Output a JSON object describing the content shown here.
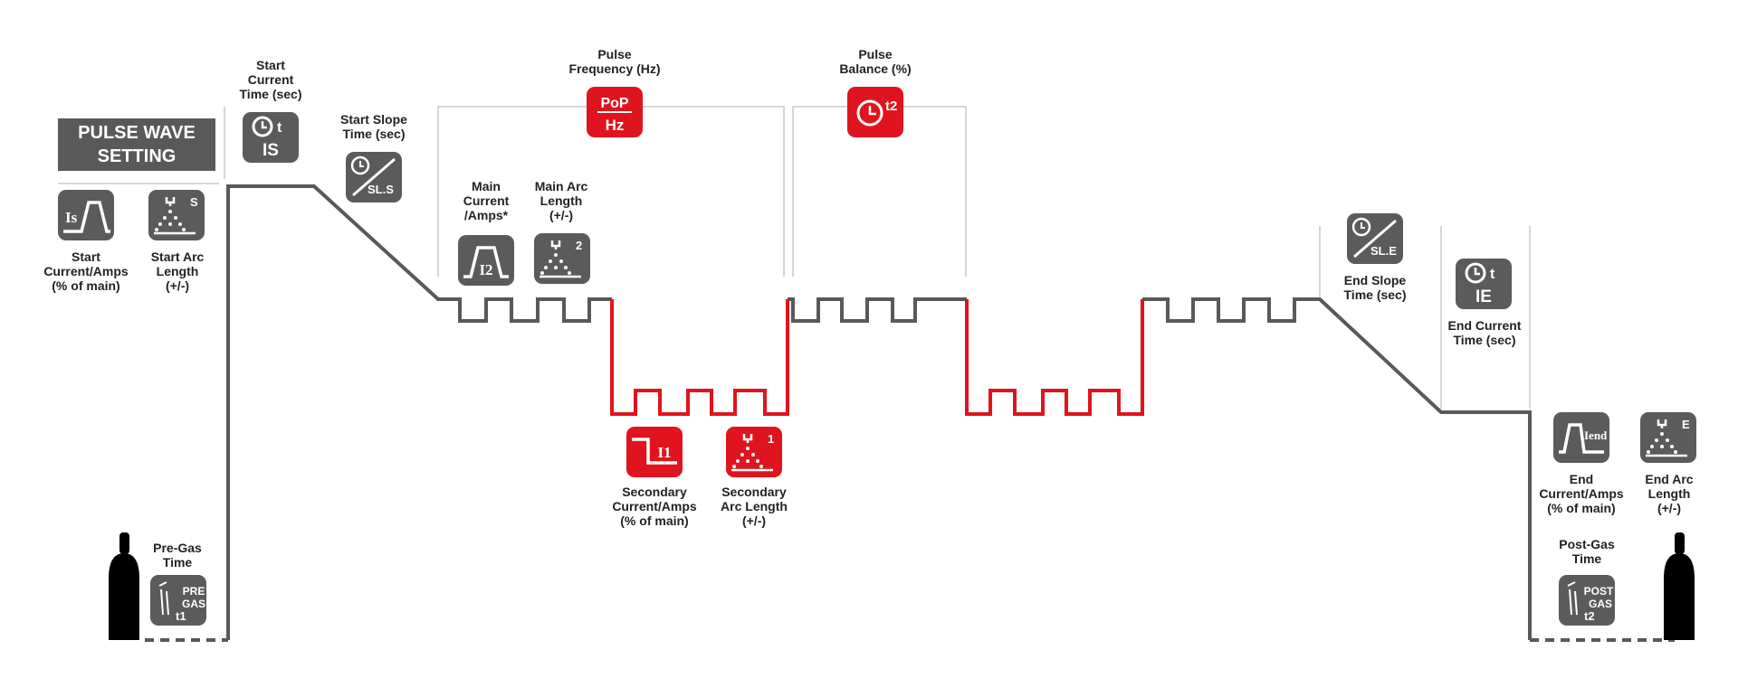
{
  "title": [
    "PULSE WAVE",
    "SETTING"
  ],
  "colors": {
    "dark": "#595959",
    "red": "#e0141e",
    "line": "#c8c8c8"
  },
  "labels": {
    "start_current": [
      "Start",
      "Current/Amps",
      "(% of main)"
    ],
    "start_arc": [
      "Start Arc",
      "Length",
      "(+/-)"
    ],
    "start_current_time": [
      "Start",
      "Current",
      "Time (sec)"
    ],
    "start_slope": [
      "Start Slope",
      "Time (sec)"
    ],
    "pulse_frequency": [
      "Pulse",
      "Frequency (Hz)"
    ],
    "pulse_balance": [
      "Pulse",
      "Balance (%)"
    ],
    "main_current": [
      "Main",
      "Current",
      "/Amps*"
    ],
    "main_arc": [
      "Main Arc",
      "Length",
      "(+/-)"
    ],
    "secondary_current": [
      "Secondary",
      "Current/Amps",
      "(% of main)"
    ],
    "secondary_arc": [
      "Secondary",
      "Arc Length",
      "(+/-)"
    ],
    "end_slope": [
      "End Slope",
      "Time (sec)"
    ],
    "end_current_time": [
      "End Current",
      "Time (sec)"
    ],
    "end_current": [
      "End",
      "Current/Amps",
      "(% of main)"
    ],
    "end_arc": [
      "End Arc",
      "Length",
      "(+/-)"
    ],
    "pre_gas": [
      "Pre-Gas",
      "Time"
    ],
    "post_gas": [
      "Post-Gas",
      "Time"
    ]
  },
  "icon_text": {
    "start_current": "Is",
    "start_arc": "S",
    "start_current_time": [
      "t",
      "IS"
    ],
    "start_slope": "SL.S",
    "pulse_frequency": [
      "PoP",
      "Hz"
    ],
    "pulse_balance": "t2",
    "main_current": "I2",
    "main_arc": "2",
    "secondary_current": "I1",
    "secondary_arc": "1",
    "end_slope": "SL.E",
    "end_current_time": [
      "t",
      "IE"
    ],
    "end_current": "Iend",
    "end_arc": "E",
    "pre_gas": [
      "PRE",
      "GAS",
      "t1"
    ],
    "post_gas": [
      "POST",
      "GAS",
      "t2"
    ]
  },
  "icons": {
    "start_current": "start-current-icon",
    "start_arc": "start-arc-length-icon",
    "start_current_time": "start-current-time-icon",
    "start_slope": "start-slope-icon",
    "pulse_frequency": "pulse-frequency-icon",
    "pulse_balance": "pulse-balance-icon",
    "main_current": "main-current-icon",
    "main_arc": "main-arc-length-icon",
    "secondary_current": "secondary-current-icon",
    "secondary_arc": "secondary-arc-length-icon",
    "end_slope": "end-slope-icon",
    "end_current_time": "end-current-time-icon",
    "end_current": "end-current-icon",
    "end_arc": "end-arc-length-icon",
    "pre_gas": "pre-gas-icon",
    "post_gas": "post-gas-icon",
    "gas_cylinder": "gas-cylinder-icon"
  }
}
